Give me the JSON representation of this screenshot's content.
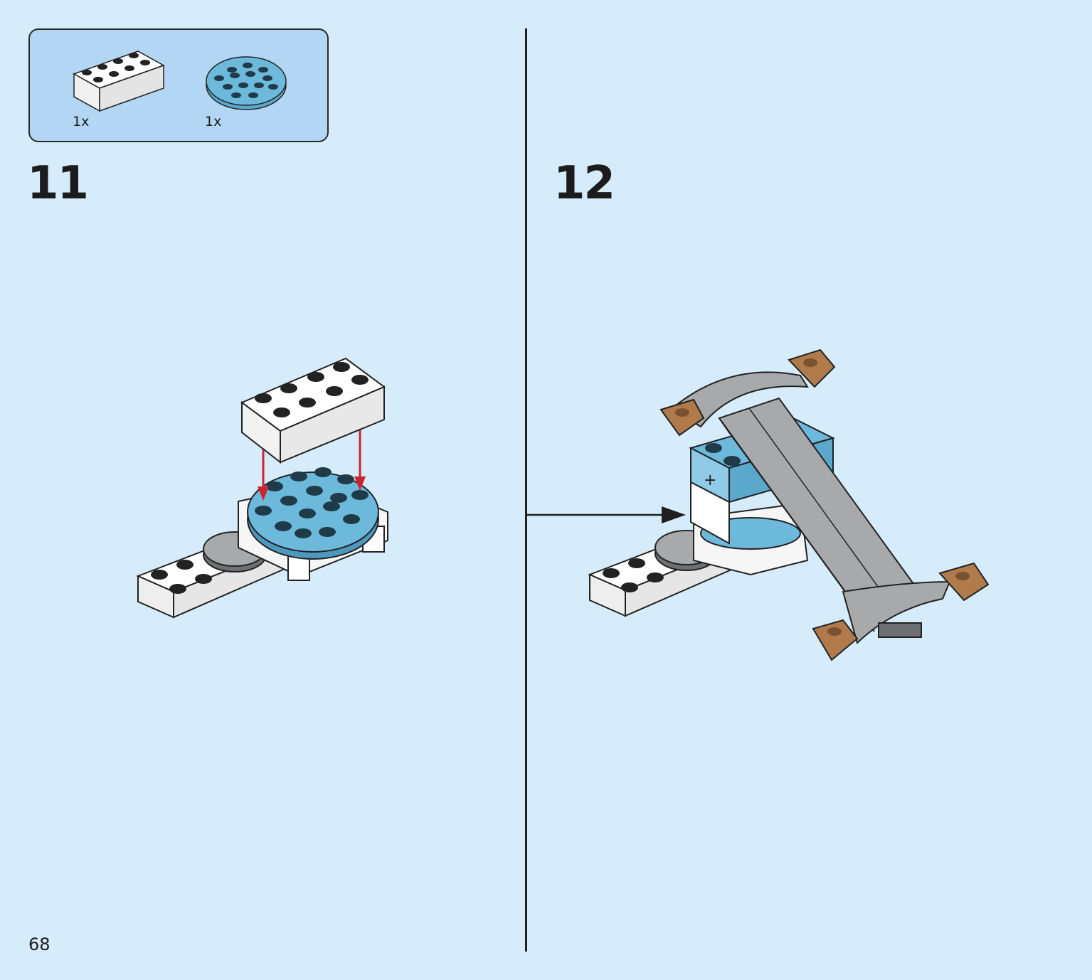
{
  "page_number": "68",
  "parts_list": {
    "items": [
      {
        "name": "white-2x4-brick",
        "count": "1x",
        "color": "#ffffff"
      },
      {
        "name": "azure-round-plate",
        "count": "1x",
        "color": "#6cb9dc"
      }
    ]
  },
  "steps": [
    {
      "number": "11"
    },
    {
      "number": "12"
    }
  ],
  "colors": {
    "background": "#d6ecfb",
    "callout": "#b3d6f4",
    "azure": "#6cb9dc",
    "white": "#ffffff",
    "grey": "#a7a9ab",
    "brown": "#b07a4b",
    "arrow_red": "#d0232f",
    "outline": "#1f1f1f"
  }
}
